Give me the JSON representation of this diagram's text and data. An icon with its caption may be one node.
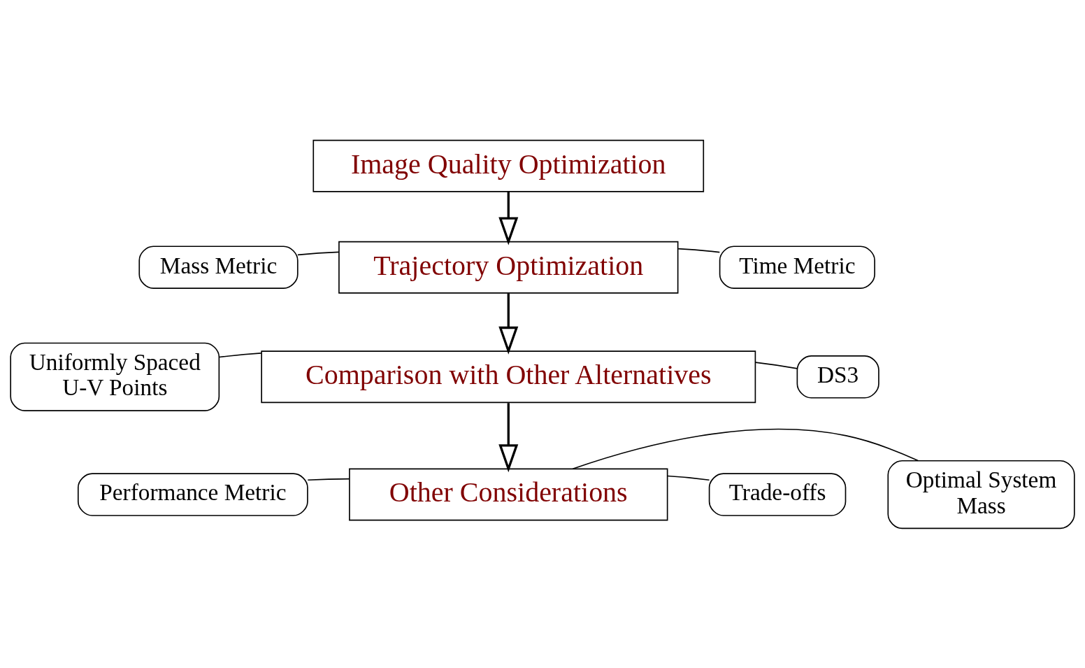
{
  "diagram": {
    "nodes": [
      {
        "text": [
          "Image Quality Optimization"
        ]
      },
      {
        "text": [
          "Trajectory Optimization"
        ]
      },
      {
        "text": [
          "Mass Metric"
        ]
      },
      {
        "text": [
          "Time Metric"
        ]
      },
      {
        "text": [
          "Comparison with Other Alternatives"
        ]
      },
      {
        "text": [
          "Uniformly Spaced U-V Points"
        ]
      },
      {
        "text": [
          "DS3"
        ]
      },
      {
        "text": [
          "Other Considerations"
        ]
      },
      {
        "text": [
          "Performance Metric"
        ]
      },
      {
        "text": [
          "Trade-offs"
        ]
      },
      {
        "text": [
          "Optimal System Mass"
        ]
      }
    ],
    "edges": [
      {
        "from": 0,
        "to": 1,
        "arrow": "to"
      },
      {
        "from": 2,
        "to": 1,
        "arrow": "none"
      },
      {
        "from": 3,
        "to": 1,
        "arrow": "none"
      },
      {
        "from": 1,
        "to": 4,
        "arrow": "to"
      },
      {
        "from": 5,
        "to": 4,
        "arrow": "none"
      },
      {
        "from": 6,
        "to": 4,
        "arrow": "none"
      },
      {
        "from": 4,
        "to": 7,
        "arrow": "to"
      },
      {
        "from": 8,
        "to": 7,
        "arrow": "none"
      },
      {
        "from": 9,
        "to": 7,
        "arrow": "none"
      },
      {
        "from": 10,
        "to": 7,
        "arrow": "none"
      }
    ]
  }
}
